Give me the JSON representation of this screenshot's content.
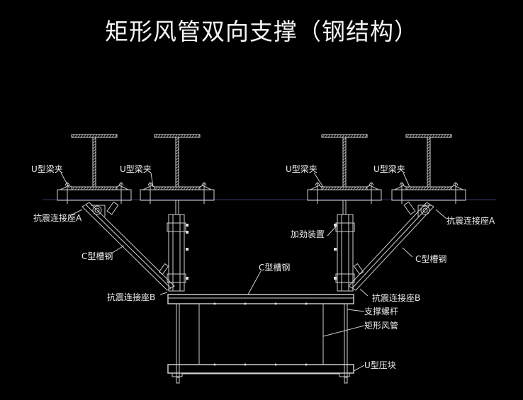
{
  "title": "矩形风管双向支撑（钢结构）",
  "colors": {
    "background": "#000000",
    "linework": "#cfcfcf",
    "text": "#ececec",
    "ceiling_line": "#2a2a55"
  },
  "labels": {
    "u_beam_clamp_1": "U型梁夹",
    "u_beam_clamp_2": "U型梁夹",
    "u_beam_clamp_3": "U型梁夹",
    "u_beam_clamp_4": "U型梁夹",
    "seismic_seat_a_left": "抗震连接座A",
    "seismic_seat_a_right": "抗震连接座A",
    "c_channel_left": "C型槽钢",
    "c_channel_right": "C型槽钢",
    "c_channel_center": "C型槽钢",
    "reinforcement": "加劲装置",
    "seismic_seat_b_left": "抗震连接座B",
    "seismic_seat_b_right": "抗震连接座B",
    "support_rod": "支撑螺杆",
    "rect_duct": "矩形风管",
    "u_clamp_block": "U型压块"
  }
}
